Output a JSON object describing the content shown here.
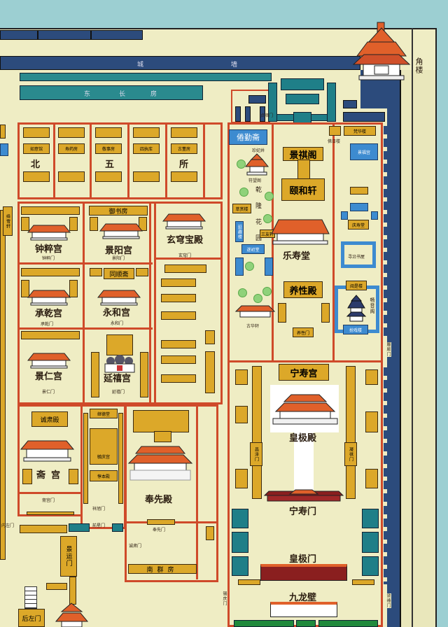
{
  "colors": {
    "sky": "#9ccfd2",
    "ground": "#efedc4",
    "city_wall": "#2c4b7c",
    "long_houses": "#2a8a8e",
    "building": "#dca829",
    "courtyard_wall": "#cf4a2a",
    "highlight": "#3d8bd0",
    "roof": "#e0602a"
  },
  "north": {
    "wall_1": "城",
    "wall_2": "墙",
    "east_long_1": "东",
    "east_long_2": "长",
    "east_long_3": "房",
    "corner_tower": "角楼",
    "gate_zhenshun": "贞顺门"
  },
  "west": {
    "ruyiguan": "如意馆",
    "shouyaofang": "寿药房",
    "jingshifang": "敬事房",
    "sizhiku": "四执库",
    "gudongfang": "古董房",
    "bei": "北",
    "wu": "五",
    "suo": "所",
    "jiangxuexuan": "绛雪轩",
    "yushufang": "御书房",
    "zhongcuigong": "钟粹宫",
    "zhongcuimen": "钟粹门",
    "jingyanggong": "景阳宫",
    "jingyangmen": "景阳门",
    "xuanqiongbaodian": "玄穹宝殿",
    "xuanqiongmen": "玄穹门",
    "tongshunzhai": "同顺斋",
    "chengqiangong": "承乾宫",
    "chengqianmen": "承乾门",
    "yonghegong": "永和宫",
    "yonghemen": "永和门",
    "jingrengong": "景仁宫",
    "jingrenmen": "景仁门",
    "yanxigong": "延禧宫",
    "yanximen": "延禧门",
    "chengsudian": "诚肃殿",
    "zhaigong": "斋宫",
    "zhaigongmen": "斋宫门",
    "jidetang": "继德堂",
    "yuqinggong": "毓庆宫",
    "dunbendian": "惇本殿",
    "xiangxumen": "祥旭门",
    "qianxingmen": "前星门",
    "neizuomen": "内左门",
    "fengxiandian": "奉先殿",
    "fengxianmen": "奉先门",
    "chengsumen": "诚肃门",
    "nanqunfang": "南群房",
    "jingyunmen": "景运门",
    "houzuomen": "后左门"
  },
  "east": {
    "juanqinzhai": "倦勤斋",
    "zhenfeijing": "珍妃井",
    "jingqige": "景祺阁",
    "yihexuan": "颐和轩",
    "fuwangge": "符望阁",
    "garden": "乾隆花园",
    "cuishanglou": "萃赏楼",
    "yanqulou": "延趣楼",
    "sanyouxuan": "三友轩",
    "leshoutang": "乐寿堂",
    "suichutang": "遂初堂",
    "fanhualou": "梵华楼",
    "foriliou": "佛日楼",
    "jingfugong": "景福宫",
    "qingshoutang": "庆寿堂",
    "xunyanshuwu": "寻沿书屋",
    "yangxingdian": "养性殿",
    "guhuaxuan": "古华轩",
    "yueshilou": "阅是楼",
    "changyinge": "畅音阁",
    "banxilou": "扮戏楼",
    "yangxingmen": "养性门",
    "lvshunmen": "履顺门",
    "ningshougong": "宁寿宫",
    "huangjidian": "皇极殿",
    "changzemen": "昌泽门",
    "ningqimen": "凝祺门",
    "ningshoumen": "宁寿门",
    "huangjimen": "皇极门",
    "jiulongbi": "九龙壁",
    "xiqingmen": "锡庆门",
    "lianximen": "敛禧门"
  }
}
